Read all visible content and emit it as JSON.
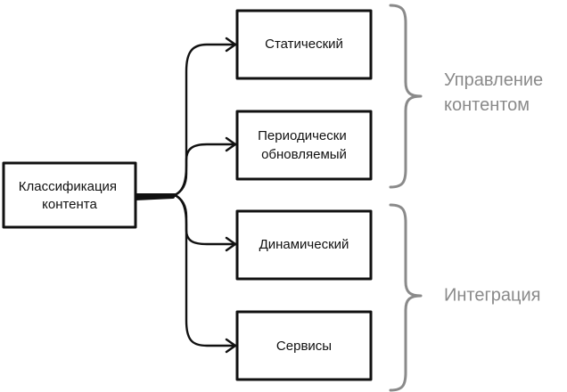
{
  "root": {
    "label_lines": [
      "Классификация",
      "контента"
    ]
  },
  "nodes": [
    {
      "id": "static",
      "label_lines": [
        "Статический"
      ]
    },
    {
      "id": "periodic",
      "label_lines": [
        "Периодически",
        "обновляемый"
      ]
    },
    {
      "id": "dynamic",
      "label_lines": [
        "Динамический"
      ]
    },
    {
      "id": "services",
      "label_lines": [
        "Сервисы"
      ]
    }
  ],
  "groups": [
    {
      "id": "content-management",
      "label_lines": [
        "Управление",
        "контентом"
      ]
    },
    {
      "id": "integration",
      "label_lines": [
        "Интеграция"
      ]
    }
  ],
  "colors": {
    "stroke": "#111111",
    "group": "#8a8a8a",
    "background": "#ffffff"
  }
}
